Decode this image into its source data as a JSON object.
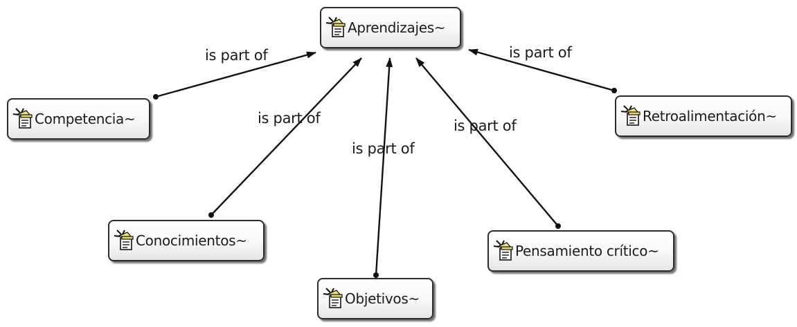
{
  "concept_map": {
    "nodes": {
      "aprendizajes": {
        "label": "Aprendizajes~",
        "icon": "concept-resource-icon"
      },
      "competencia": {
        "label": "Competencia~",
        "icon": "concept-resource-icon"
      },
      "retroalimentacion": {
        "label": "Retroalimentación~",
        "icon": "concept-resource-icon"
      },
      "conocimientos": {
        "label": "Conocimientos~",
        "icon": "concept-resource-icon"
      },
      "pensamiento": {
        "label": "Pensamiento crítico~",
        "icon": "concept-resource-icon"
      },
      "objetivos": {
        "label": "Objetivos~",
        "icon": "concept-resource-icon"
      }
    },
    "links": [
      {
        "from": "Competencia~",
        "to": "Aprendizajes~",
        "label": "is part of"
      },
      {
        "from": "Conocimientos~",
        "to": "Aprendizajes~",
        "label": "is part of"
      },
      {
        "from": "Objetivos~",
        "to": "Aprendizajes~",
        "label": "is part of"
      },
      {
        "from": "Pensamiento crítico~",
        "to": "Aprendizajes~",
        "label": "is part of"
      },
      {
        "from": "Retroalimentación~",
        "to": "Aprendizajes~",
        "label": "is part of"
      }
    ],
    "colors": {
      "line": "#111111",
      "node_border": "#2b2b2b",
      "text": "#1a1a1a"
    }
  }
}
